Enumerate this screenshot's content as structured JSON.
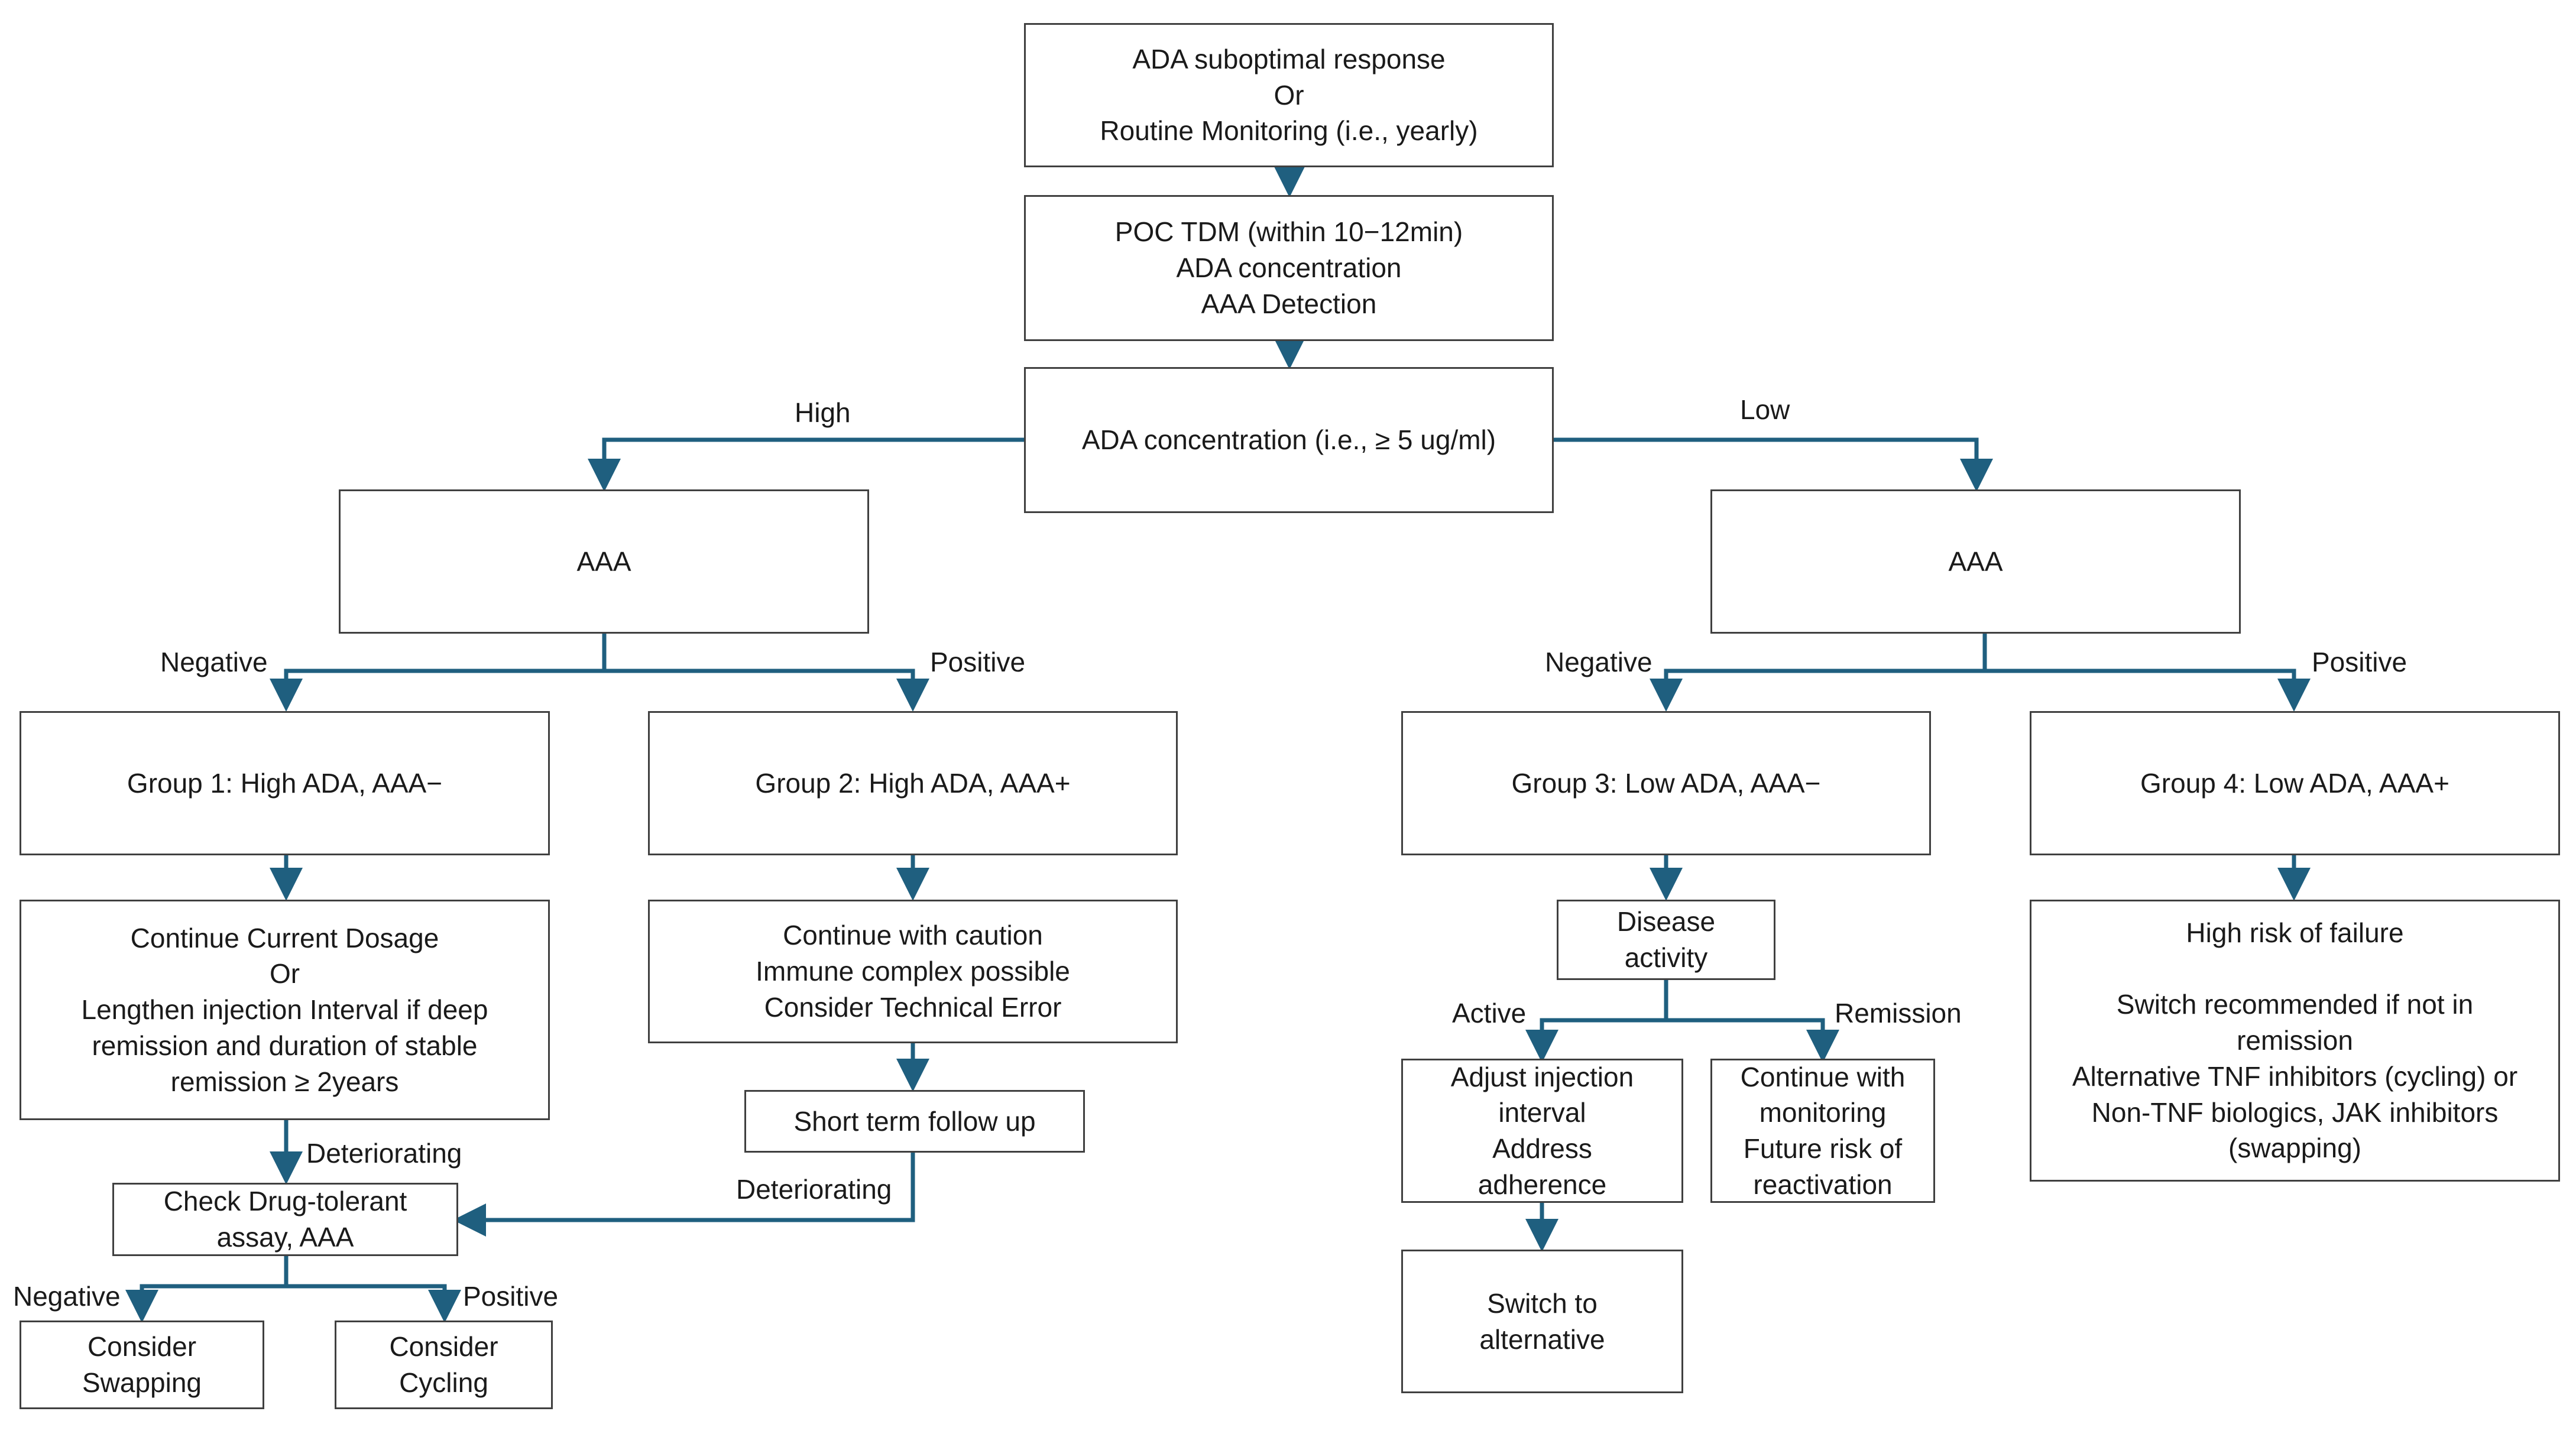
{
  "colors": {
    "connector": "#1f5f7f",
    "box_border": "#404040",
    "text": "#1a1a1a"
  },
  "nodes": {
    "start": {
      "lines": [
        "ADA suboptimal response",
        "Or",
        "Routine Monitoring (i.e., yearly)"
      ]
    },
    "poc": {
      "lines": [
        "POC TDM (within 10−12min)",
        "ADA concentration",
        "AAA Detection"
      ]
    },
    "conc": {
      "lines": [
        "ADA concentration (i.e., ≥ 5 ug/ml)"
      ]
    },
    "aaa_high": {
      "lines": [
        "AAA"
      ]
    },
    "aaa_low": {
      "lines": [
        "AAA"
      ]
    },
    "group1": {
      "lines": [
        "Group 1: High ADA, AAA−"
      ]
    },
    "group2": {
      "lines": [
        "Group 2: High ADA, AAA+"
      ]
    },
    "group3": {
      "lines": [
        "Group 3: Low ADA, AAA−"
      ]
    },
    "group4": {
      "lines": [
        "Group 4: Low ADA, AAA+"
      ]
    },
    "continue_dosage": {
      "lines": [
        "Continue Current Dosage",
        "Or",
        "Lengthen injection Interval if deep",
        "remission and duration of stable",
        "remission  ≥ 2years"
      ]
    },
    "caution": {
      "lines": [
        "Continue with caution",
        "Immune complex possible",
        "Consider Technical Error"
      ]
    },
    "short_term": {
      "lines": [
        "Short term follow up"
      ]
    },
    "check_assay": {
      "lines": [
        "Check Drug-tolerant",
        "assay, AAA"
      ]
    },
    "swapping": {
      "lines": [
        "Consider",
        "Swapping"
      ]
    },
    "cycling": {
      "lines": [
        "Consider",
        "Cycling"
      ]
    },
    "disease": {
      "lines": [
        "Disease",
        "activity"
      ]
    },
    "adjust": {
      "lines": [
        "Adjust injection",
        "interval",
        "Address",
        "adherence"
      ]
    },
    "monitoring": {
      "lines": [
        "Continue with",
        "monitoring",
        "Future risk of",
        "reactivation"
      ]
    },
    "switch_alt": {
      "lines": [
        "Switch to",
        "alternative"
      ]
    },
    "high_risk": {
      "lines": [
        "High risk of failure",
        "",
        "Switch recommended if not in",
        "remission",
        "Alternative TNF inhibitors (cycling) or",
        "Non-TNF biologics, JAK inhibitors",
        "(swapping)"
      ]
    }
  },
  "edge_labels": {
    "high": "High",
    "low": "Low",
    "neg_left": "Negative",
    "pos_left": "Positive",
    "neg_right": "Negative",
    "pos_right": "Positive",
    "deteriorating_1": "Deteriorating",
    "deteriorating_2": "Deteriorating",
    "neg_bottom": "Negative",
    "pos_bottom": "Positive",
    "active": "Active",
    "remission": "Remission"
  }
}
